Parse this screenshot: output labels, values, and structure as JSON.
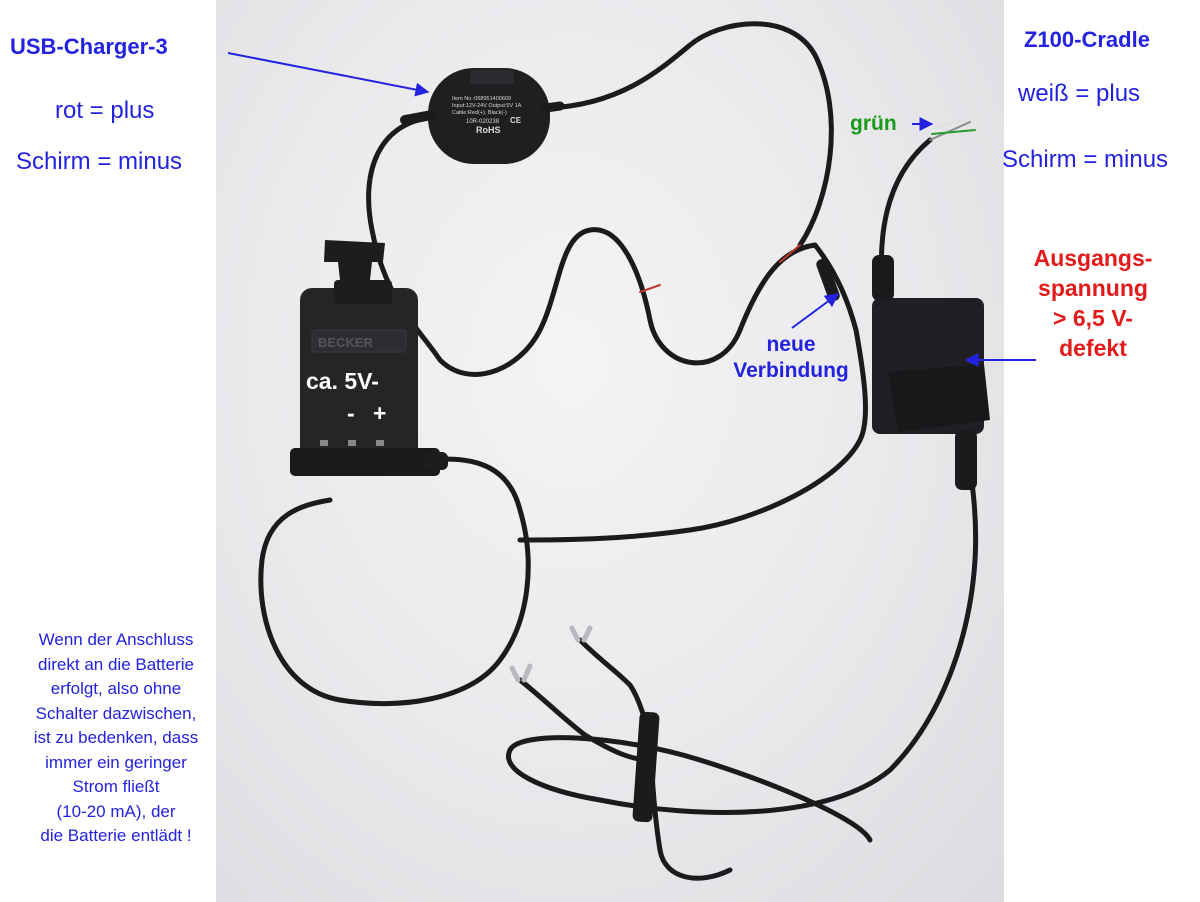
{
  "labels": {
    "usb_charger": "USB-Charger-3",
    "usb_red_plus": "rot = plus",
    "usb_shield_minus": "Schirm = minus",
    "z100_cradle": "Z100-Cradle",
    "z100_white_plus": "weiß = plus",
    "z100_shield_minus": "Schirm = minus",
    "green": "grün",
    "output_voltage": [
      "Ausgangs-",
      "spannung",
      "> 6,5 V-",
      "defekt"
    ],
    "new_connection": [
      "neue",
      "Verbindung"
    ],
    "cradle_voltage": "ca. 5V-",
    "cradle_minus": "-",
    "cradle_plus": "+"
  },
  "charger_print": {
    "lines": [
      "Item No.:068951400609",
      "Input:12V-24V   Output:5V 1A",
      "Cable:Red(+), Black(-)"
    ],
    "code": "10R-020238",
    "rohs": "RoHS",
    "ce": "CE"
  },
  "cradle_brand": "BECKER",
  "note_lines": [
    "Wenn der Anschluss",
    "direkt an die Batterie",
    "erfolgt, also ohne",
    "Schalter dazwischen,",
    "ist zu bedenken, dass",
    "immer ein geringer",
    "Strom fließt",
    "(10-20 mA), der",
    "die Batterie entlädt !"
  ],
  "colors": {
    "label_blue": "#2222e0",
    "label_red": "#e21a1a",
    "label_green": "#1a9a1a",
    "cable": "#1b1b1e"
  }
}
